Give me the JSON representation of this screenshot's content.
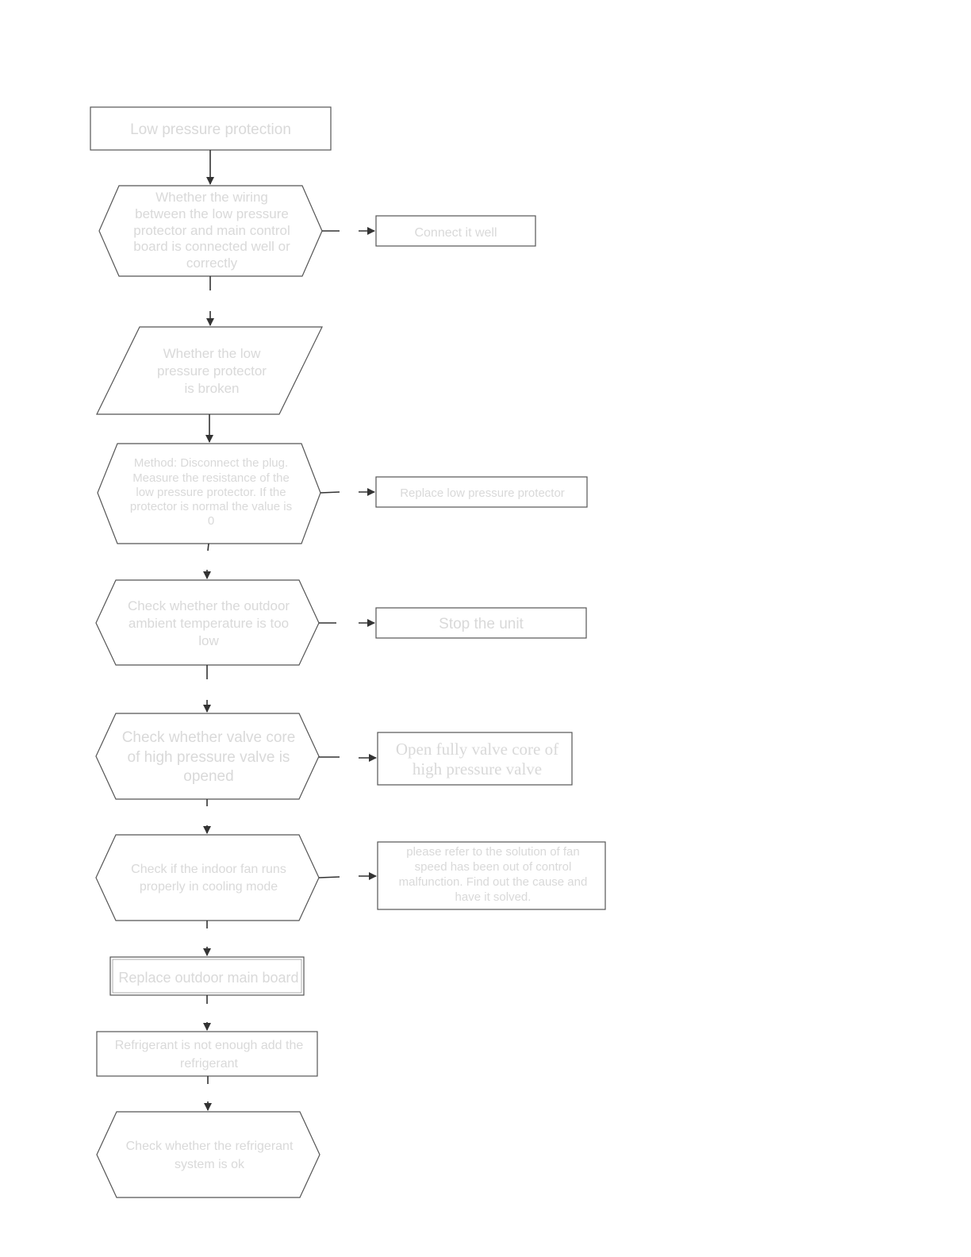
{
  "flowchart": {
    "start": "Low pressure protection",
    "check_wiring": "Whether  the wiring\nbetween the low pressure\nprotector and main control\nboard is connected well or\ncorrectly",
    "connect_well": "Connect it well",
    "protector_broken": "Whether the low\npressure protector\nis broken",
    "method_measure": "Method: Disconnect the plug.\nMeasure the resistance of the\nlow pressure protector. If the\nprotector is normal the value is\n0",
    "replace_protector": "Replace low pressure protector",
    "check_ambient": "Check whether the outdoor\nambient temperature is too\nlow",
    "stop_unit": "Stop the unit",
    "check_valve": "Check whether valve core\nof high pressure valve is\nopened",
    "open_valve": "Open fully valve core of\nhigh pressure valve",
    "check_fan": "Check if the indoor fan runs\nproperly in cooling mode",
    "fan_solution": "please refer to the solution of fan\nspeed has been out of control\nmalfunction. Find out the cause and\nhave it solved.",
    "replace_board": "Replace outdoor main board",
    "add_refrigerant": "Refrigerant is not enough add the\nrefrigerant",
    "check_system": "Check whether the refrigerant\nsystem is ok"
  }
}
